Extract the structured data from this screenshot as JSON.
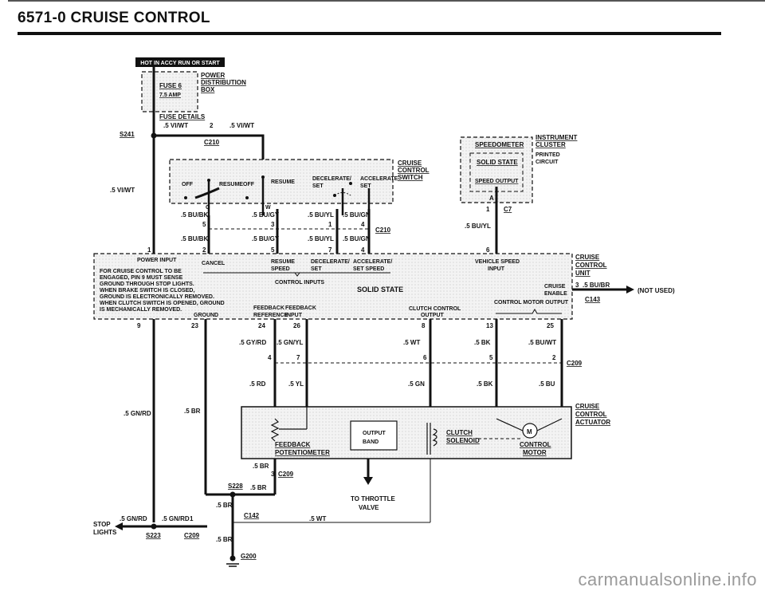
{
  "title": "6571-0  CRUISE CONTROL",
  "watermark": "carmanualsonline.info",
  "hot_banner": "HOT IN ACCY RUN OR START",
  "fuse": {
    "name": "FUSE 6",
    "rating": "7.5 AMP",
    "details": "FUSE DETAILS",
    "pdb_l1": "POWER",
    "pdb_l2": "DISTRIBUTION",
    "pdb_l3": "BOX"
  },
  "splices": {
    "s241": "S241",
    "s228": "S228",
    "s223": "S223"
  },
  "connectors": {
    "c210": "C210",
    "c7": "C7",
    "c143": "C143",
    "c209": "C209",
    "c142": "C142",
    "g200": "G200"
  },
  "wires": {
    "vi_wt": ".5 VI/WT",
    "bu_bk": ".5 BU/BK",
    "bu_gy": ".5 BU/GY",
    "bu_yl": ".5 BU/YL",
    "bu_gn": ".5 BU/GN",
    "gy_rd": ".5 GY/RD",
    "gn_yl": ".5 GN/YL",
    "wt": ".5 WT",
    "bk": ".5 BK",
    "bu_wt": ".5 BU/WT",
    "rd": ".5 RD",
    "yl": ".5 YL",
    "gn": ".5 GN",
    "bu": ".5 BU",
    "gn_rd": ".5 GN/RD",
    "br": ".5 BR",
    "bu_br": ".5 BU/BR"
  },
  "switch": {
    "l1": "CRUISE",
    "l2": "CONTROL",
    "l3": "SWITCH",
    "off1": "OFF",
    "resume1": "RESUME",
    "off2": "OFF",
    "resume2": "RESUME",
    "decel": "DECELERATE/",
    "set1": "SET",
    "accel": "ACCELERATE",
    "set2": "SET",
    "o": "O",
    "w": "W"
  },
  "instrument": {
    "l1": "INSTRUMENT",
    "l2": "CLUSTER",
    "speedo": "SPEEDOMETER",
    "printed1": "PRINTED",
    "printed2": "CIRCUIT",
    "solid": "SOLID STATE",
    "spd_out": "SPEED OUTPUT",
    "a": "A"
  },
  "ccu": {
    "l1": "CRUISE",
    "l2": "CONTROL",
    "l3": "UNIT",
    "power_input": "POWER INPUT",
    "cancel": "CANCEL",
    "resume_speed1": "RESUME",
    "resume_speed2": "SPEED",
    "decel_set1": "DECELERATE/",
    "decel_set2": "SET",
    "accel_set1": "ACCELERATE/",
    "accel_set2": "SET SPEED",
    "vs1": "VEHICLE SPEED",
    "vs2": "INPUT",
    "control_inputs": "CONTROL INPUTS",
    "solid_state": "SOLID STATE",
    "cruise_en1": "CRUISE",
    "cruise_en2": "ENABLE",
    "motor_out": "CONTROL MOTOR OUTPUT",
    "ff1": "FEEDBACK",
    "ff2": "REFERENCE",
    "fi1": "FEEDBACK",
    "fi2": "INPUT",
    "ground": "GROUND",
    "clutch1": "CLUTCH CONTROL",
    "clutch2": "OUTPUT",
    "not_used": "(NOT USED)",
    "note": [
      "FOR CRUISE CONTROL TO BE",
      "ENGAGED, PIN 9 MUST SENSE",
      "GROUND THROUGH STOP LIGHTS.",
      "WHEN BRAKE SWITCH IS CLOSED,",
      "GROUND IS ELECTRONICALLY REMOVED.",
      "WHEN CLUTCH SWITCH IS OPENED, GROUND",
      "IS MECHANICALLY REMOVED."
    ]
  },
  "actuator": {
    "l1": "CRUISE",
    "l2": "CONTROL",
    "l3": "ACTUATOR",
    "feedback": "FEEDBACK",
    "pot": "POTENTIOMETER",
    "output": "OUTPUT",
    "band": "BAND",
    "clutch": "CLUTCH",
    "solenoid": "SOLENOID",
    "motor1": "CONTROL",
    "motor2": "MOTOR",
    "m": "M",
    "throttle1": "TO THROTTLE",
    "throttle2": "VALVE"
  },
  "stop": {
    "l1": "STOP",
    "l2": "LIGHTS"
  },
  "pins": {
    "p1": "1",
    "p2": "2",
    "p5": "5",
    "p7": "7",
    "p4": "4",
    "p9": "9",
    "p23": "23",
    "p24": "24",
    "p26": "26",
    "p8": "8",
    "p13": "13",
    "p25": "25",
    "p3": "3",
    "p6": "6"
  }
}
